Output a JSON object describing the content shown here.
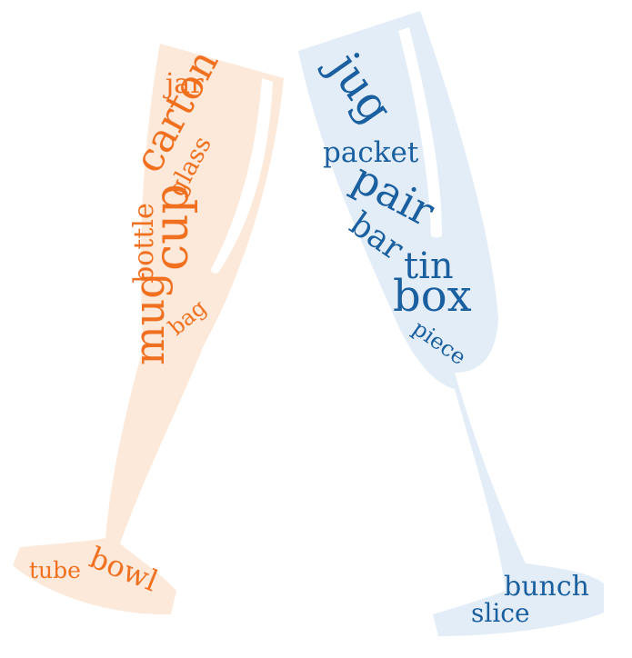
{
  "colors": {
    "orange_text": "#f07020",
    "orange_glass": "#fde9d9",
    "blue_text": "#1a5fa0",
    "blue_glass": "#e3edf7",
    "highlight": "#ffffff"
  },
  "left_glass": {
    "words": [
      "jar",
      "carton",
      "glass",
      "cup",
      "bottle",
      "mug",
      "bag",
      "tube",
      "bowl"
    ]
  },
  "right_glass": {
    "words": [
      "jug",
      "packet",
      "pair",
      "bar",
      "tin",
      "box",
      "piece",
      "bunch",
      "slice"
    ]
  }
}
